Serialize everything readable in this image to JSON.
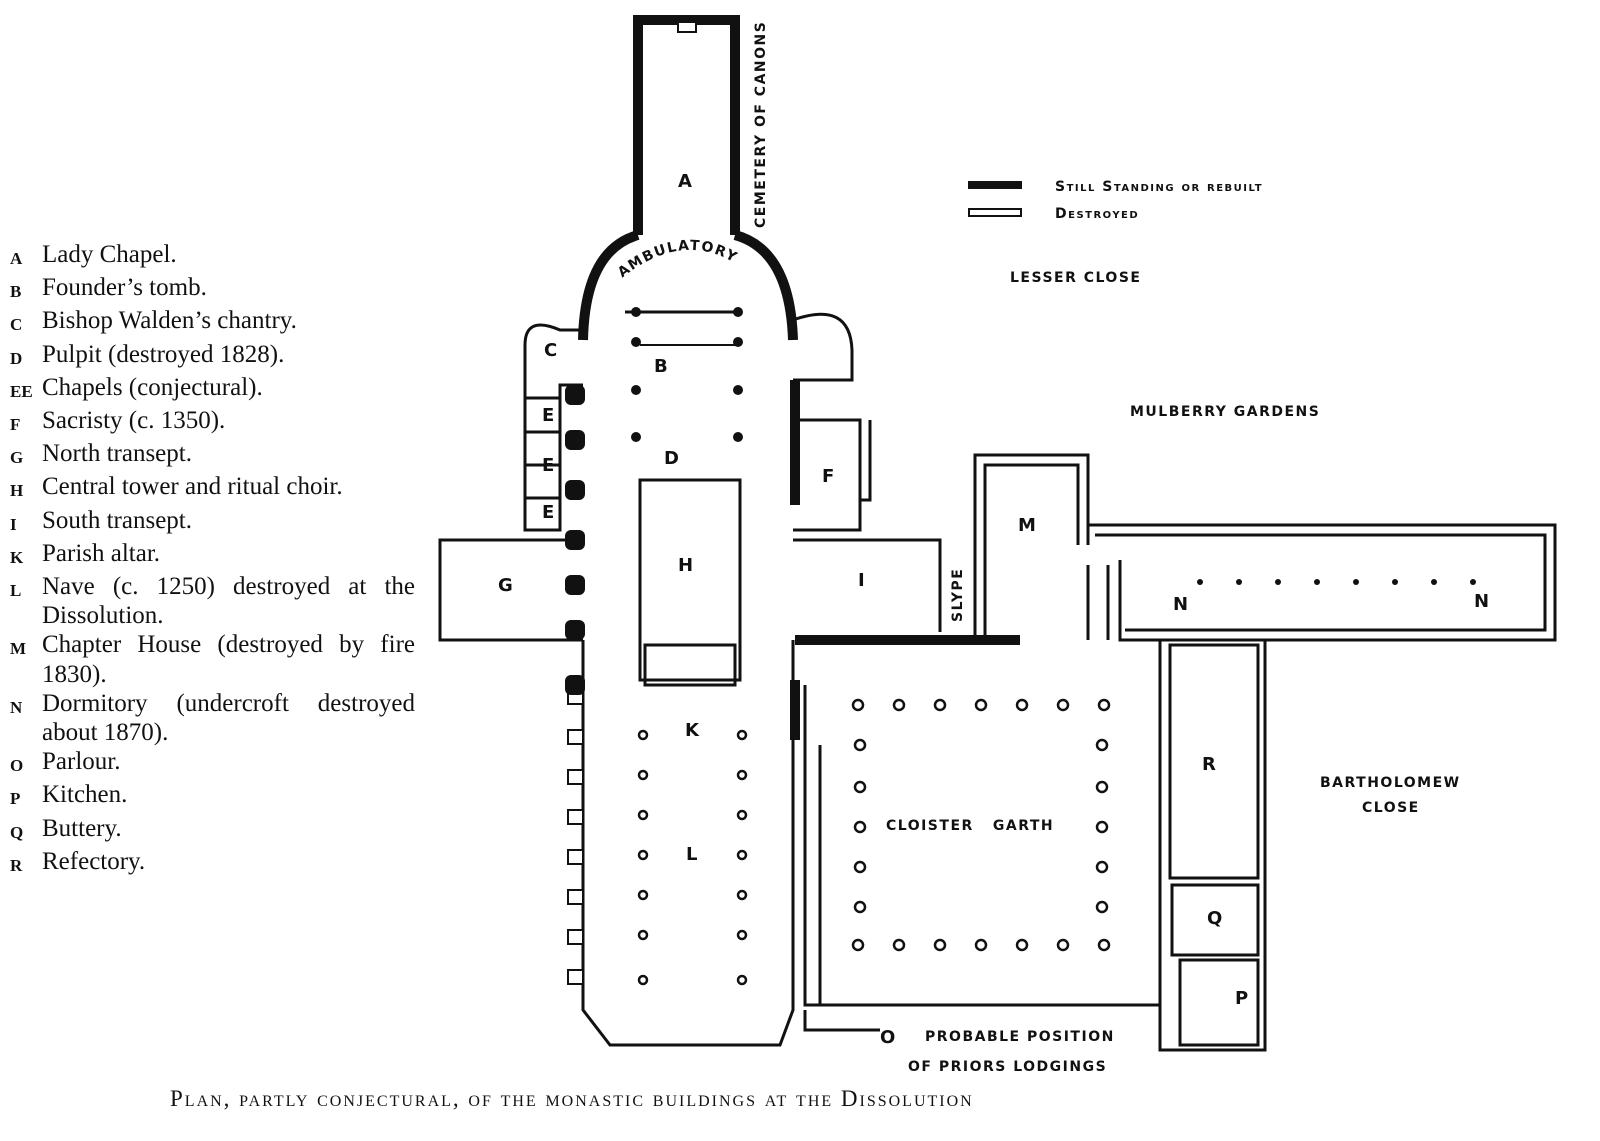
{
  "key": [
    {
      "letter": "A",
      "text": "Lady Chapel."
    },
    {
      "letter": "B",
      "text": "Founder’s tomb."
    },
    {
      "letter": "C",
      "text": "Bishop Walden’s chantry."
    },
    {
      "letter": "D",
      "text": "Pulpit (destroyed 1828)."
    },
    {
      "letter": "EE",
      "text": "Chapels (conjectural)."
    },
    {
      "letter": "F",
      "text": "Sacristy (c. 1350)."
    },
    {
      "letter": "G",
      "text": "North transept."
    },
    {
      "letter": "H",
      "text": "Central tower and ritual choir."
    },
    {
      "letter": "I",
      "text": "South transept."
    },
    {
      "letter": "K",
      "text": "Parish altar."
    },
    {
      "letter": "L",
      "text": "Nave (c. 1250) destroyed at the Dissolution."
    },
    {
      "letter": "M",
      "text": "Chapter House (destroyed by fire 1830)."
    },
    {
      "letter": "N",
      "text": "Dormitory (undercroft destroyed about 1870)."
    },
    {
      "letter": "O",
      "text": "Parlour."
    },
    {
      "letter": "P",
      "text": "Kitchen."
    },
    {
      "letter": "Q",
      "text": "Buttery."
    },
    {
      "letter": "R",
      "text": "Refectory."
    }
  ],
  "legend": {
    "standing": "Still Standing or rebuilt",
    "destroyed": "Destroyed"
  },
  "plan_labels": {
    "A": "A",
    "B": "B",
    "C": "C",
    "D": "D",
    "E": "E",
    "F": "F",
    "G": "G",
    "H": "H",
    "I": "I",
    "K": "K",
    "L": "L",
    "M": "M",
    "N": "N",
    "O": "O",
    "P": "P",
    "Q": "Q",
    "R": "R",
    "ambulatory": "AMBULATORY",
    "cemetery": "CEMETERY OF CANONS",
    "lesser_close": "LESSER CLOSE",
    "mulberry": "MULBERRY GARDENS",
    "slype": "SLYPE",
    "cloister": "CLOISTER   GARTH",
    "bartholomew_1": "BARTHOLOMEW",
    "bartholomew_2": "CLOSE",
    "priors_1": "PROBABLE POSITION",
    "priors_2": "OF PRIORS LODGINGS"
  },
  "caption": "Plan, partly conjectural, of the monastic buildings at the Dissolution"
}
